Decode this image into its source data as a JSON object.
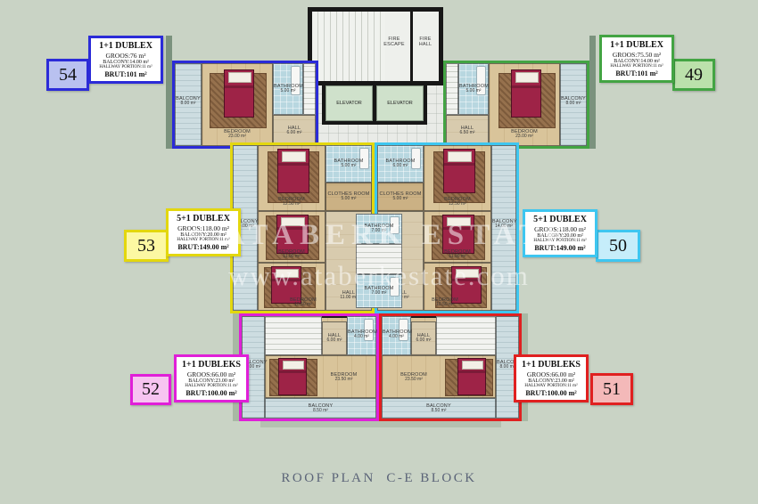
{
  "title": "ROOF PLAN  C-E BLOCK",
  "watermark": {
    "brand": "ATABERK ESTATE",
    "url": "www.ataberkestate.com"
  },
  "core": {
    "fire_escape": "FIRE ESCAPE",
    "fire_hall": "FIRE HALL",
    "elevator_left": "ELEVATOR",
    "elevator_right": "ELEVATOR"
  },
  "shared": {
    "bathroom_top": {
      "name": "BATHROOM",
      "area": "7.00 m²"
    },
    "bathroom_bottom": {
      "name": "BATHROOM",
      "area": "7.00 m²"
    }
  },
  "units": {
    "u54": {
      "number": "54",
      "type": "1+1 DUBLEX",
      "color": "#2b2bd8",
      "info": {
        "gross": "GROOS:76 m²",
        "balcony": "BALCONY:14.00 m²",
        "hallway": "HALLWAY PORTION:11 m²",
        "brut": "BRUT:101 m²"
      },
      "rooms": {
        "balcony": {
          "name": "BALCONY",
          "area": "8.00 m²"
        },
        "bedroom": {
          "name": "BEDROOM",
          "area": "23.00 m²"
        },
        "bathroom": {
          "name": "BATHROOM",
          "area": "5.00 m²"
        },
        "hall": {
          "name": "HALL",
          "area": "6.00 m²"
        }
      }
    },
    "u49": {
      "number": "49",
      "type": "1+1 DUBLEX",
      "color": "#43a443",
      "info": {
        "gross": "GROOS:75.50 m²",
        "balcony": "BALCONY:14.00 m²",
        "hallway": "HALLWAY PORTION:11 m²",
        "brut": "BRUT:101 m²"
      },
      "rooms": {
        "balcony": {
          "name": "BALCONY",
          "area": "8.00 m²"
        },
        "bedroom": {
          "name": "BEDROOM",
          "area": "23.00 m²"
        },
        "bathroom": {
          "name": "BATHROOM",
          "area": "5.00 m²"
        },
        "hall": {
          "name": "HALL",
          "area": "6.50 m²"
        }
      }
    },
    "u53": {
      "number": "53",
      "type": "5+1 DUBLEX",
      "color": "#e3d70e",
      "info": {
        "gross": "GROOS:118.00 m²",
        "balcony": "BALCONY:20.00 m²",
        "hallway": "HALLWAY PORTION:11 m²",
        "brut": "BRUT:149.00 m²"
      },
      "rooms": {
        "balcony": {
          "name": "BALCONY",
          "area": "14.00 m²"
        },
        "bedroom1": {
          "name": "BEDROOM",
          "area": "12.50 m²"
        },
        "bathroom": {
          "name": "BATHROOM",
          "area": "5.00 m²"
        },
        "clothes": {
          "name": "CLOTHES ROOM",
          "area": "5.00 m²"
        },
        "bedroom2": {
          "name": "BEDROOM",
          "area": "11.00 m²"
        },
        "bedroom3": {
          "name": "BEDROOM",
          "area": "10.50 m²"
        },
        "hall": {
          "name": "HALL",
          "area": "11.00 m²"
        }
      }
    },
    "u50": {
      "number": "50",
      "type": "5+1 DUBLEX",
      "color": "#3ec6f0",
      "info": {
        "gross": "GROOS:118.00 m²",
        "balcony": "BALCONY:20.00 m²",
        "hallway": "HALLWAY PORTION:11 m²",
        "brut": "BRUT:149.00 m²"
      },
      "rooms": {
        "balcony": {
          "name": "BALCONY",
          "area": "14.00 m²"
        },
        "bedroom1": {
          "name": "BEDROOM",
          "area": "12.50 m²"
        },
        "bathroom": {
          "name": "BATHROOM",
          "area": "6.00 m²"
        },
        "clothes": {
          "name": "CLOTHES ROOM",
          "area": "5.00 m²"
        },
        "bedroom2": {
          "name": "BEDROOM",
          "area": "11.00 m²"
        },
        "bedroom3": {
          "name": "BEDROOM",
          "area": "10.50 m²"
        },
        "hall": {
          "name": "HALL",
          "area": "11.00 m²"
        }
      }
    },
    "u52": {
      "number": "52",
      "type": "1+1 DUBLEKS",
      "color": "#e01fd8",
      "info": {
        "gross": "GROOS:66.00 m²",
        "balcony": "BALCONY:23.00 m²",
        "hallway": "HALLWAY PORTION:11 m²",
        "brut": "BRUT:100.00 m²"
      },
      "rooms": {
        "balcony_side": {
          "name": "BALCONY",
          "area": "8.00 m²"
        },
        "bathroom": {
          "name": "BATHROOM",
          "area": "4.00 m²"
        },
        "hall": {
          "name": "HALL",
          "area": "6.00 m²"
        },
        "bedroom": {
          "name": "BEDROOM",
          "area": "23.50 m²"
        },
        "balcony_bottom": {
          "name": "BALCONY",
          "area": "8.50 m²"
        }
      }
    },
    "u51": {
      "number": "51",
      "type": "1+1 DUBLEKS",
      "color": "#e02020",
      "info": {
        "gross": "GROOS:66.00 m²",
        "balcony": "BALCONY:23.00 m²",
        "hallway": "HALLWAY PORTION:11 m²",
        "brut": "BRUT:100.00 m²"
      },
      "rooms": {
        "balcony_side": {
          "name": "BALCONY",
          "area": "8.00 m²"
        },
        "bathroom": {
          "name": "BATHROOM",
          "area": "4.00 m²"
        },
        "hall": {
          "name": "HALL",
          "area": "6.00 m²"
        },
        "bedroom": {
          "name": "BEDROOM",
          "area": "23.50 m²"
        },
        "balcony_bottom": {
          "name": "BALCONY",
          "area": "8.50 m²"
        }
      }
    }
  }
}
